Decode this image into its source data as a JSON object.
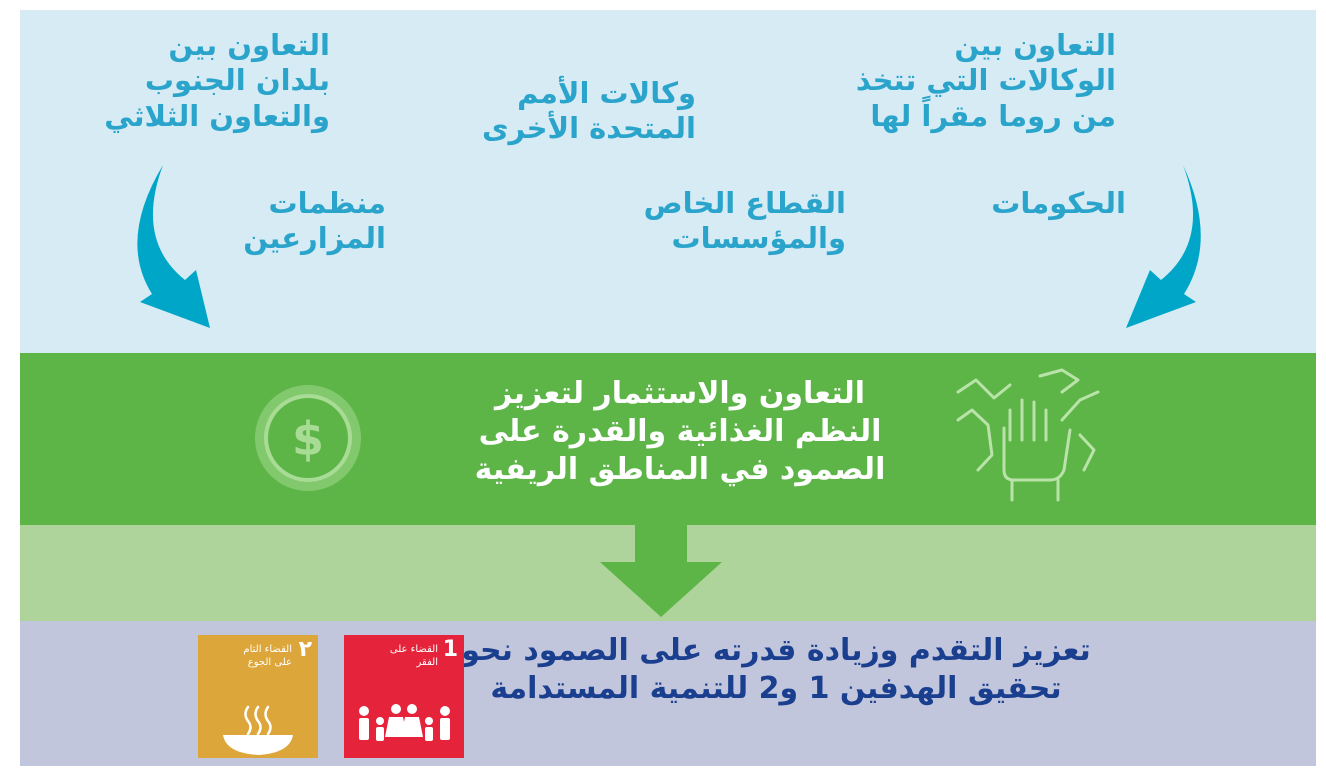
{
  "sources_row1": [
    "التعاون بين\nالوكالات التي تتخذ\nمن روما مقراً لها",
    "وكالات الأمم\nالمتحدة الأخرى",
    "التعاون بين\nبلدان الجنوب\nوالتعاون الثلاثي"
  ],
  "sources_row2": [
    "الحكومات",
    "القطاع الخاص\nوالمؤسسات",
    "منظمات\nالمزارعين"
  ],
  "center_title": "التعاون والاستثمار لتعزيز\nالنظم الغذائية والقدرة على\nالصمود في المناطق الريفية",
  "outcome_title": "تعزيز التقدم وزيادة قدرته على الصمود نحو\nتحقيق الهدفين 1 و2 للتنمية المستدامة",
  "sdg_tiles": [
    {
      "number": "1",
      "label": "القضاء على\nالفقر",
      "color": "#e5243b",
      "icon": "family-icon"
    },
    {
      "number": "٢",
      "label": "القضاء التام\nعلى الجوع",
      "color": "#dda63a",
      "icon": "food-bowl-icon"
    }
  ],
  "icons": [
    "handshake-icon",
    "dollar-coin-icon",
    "curved-arrow-icon",
    "down-arrow-icon"
  ],
  "colors": {
    "top_panel": "#d6ebf3",
    "source_text": "#2ba4cc",
    "middle_panel": "#5db548",
    "band": "#aed49b",
    "bottom_panel": "#c1c6dd",
    "outcome_text": "#1b3f8f"
  }
}
